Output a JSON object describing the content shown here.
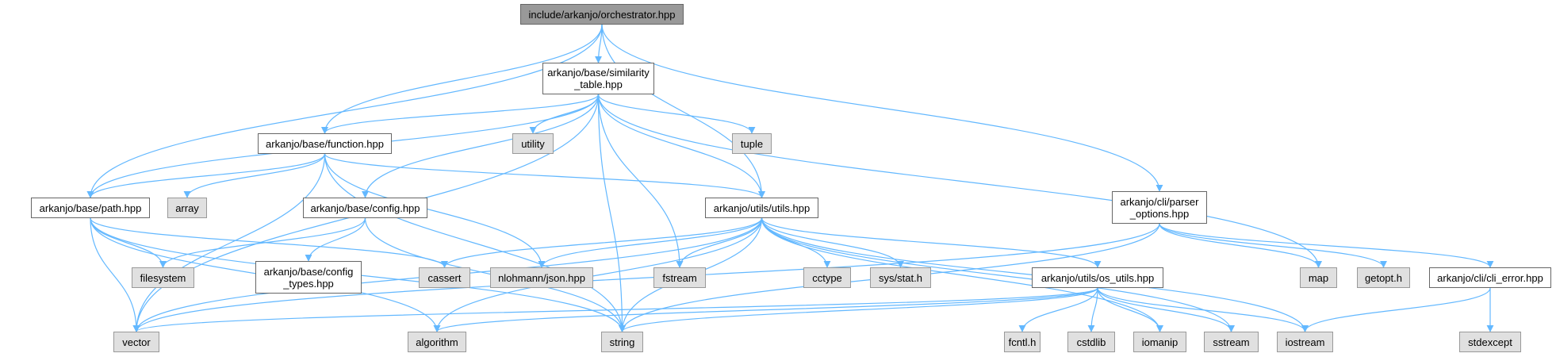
{
  "colors": {
    "edge": "#63b8ff",
    "root_fill": "#999999",
    "project_fill": "#ffffff",
    "system_fill": "#e0e0e0"
  },
  "nodes": {
    "root": {
      "label": "include/arkanjo/orchestrator.hpp",
      "kind": "root"
    },
    "sim": {
      "label": "arkanjo/base/similarity\n_table.hpp",
      "kind": "proj"
    },
    "function": {
      "label": "arkanjo/base/function.hpp",
      "kind": "proj"
    },
    "utility": {
      "label": "utility",
      "kind": "sys"
    },
    "tuple": {
      "label": "tuple",
      "kind": "sys"
    },
    "path": {
      "label": "arkanjo/base/path.hpp",
      "kind": "proj"
    },
    "array": {
      "label": "array",
      "kind": "sys"
    },
    "config": {
      "label": "arkanjo/base/config.hpp",
      "kind": "proj"
    },
    "utils": {
      "label": "arkanjo/utils/utils.hpp",
      "kind": "proj"
    },
    "parser": {
      "label": "arkanjo/cli/parser\n_options.hpp",
      "kind": "proj"
    },
    "filesystem": {
      "label": "filesystem",
      "kind": "sys"
    },
    "config_types": {
      "label": "arkanjo/base/config\n_types.hpp",
      "kind": "proj"
    },
    "cassert": {
      "label": "cassert",
      "kind": "sys"
    },
    "nlohmann": {
      "label": "nlohmann/json.hpp",
      "kind": "sys"
    },
    "fstream": {
      "label": "fstream",
      "kind": "sys"
    },
    "cctype": {
      "label": "cctype",
      "kind": "sys"
    },
    "sysstat": {
      "label": "sys/stat.h",
      "kind": "sys"
    },
    "os_utils": {
      "label": "arkanjo/utils/os_utils.hpp",
      "kind": "proj"
    },
    "map": {
      "label": "map",
      "kind": "sys"
    },
    "getopt": {
      "label": "getopt.h",
      "kind": "sys"
    },
    "cli_error": {
      "label": "arkanjo/cli/cli_error.hpp",
      "kind": "proj"
    },
    "vector": {
      "label": "vector",
      "kind": "sys"
    },
    "algorithm": {
      "label": "algorithm",
      "kind": "sys"
    },
    "string": {
      "label": "string",
      "kind": "sys"
    },
    "fcntl": {
      "label": "fcntl.h",
      "kind": "sys"
    },
    "cstdlib": {
      "label": "cstdlib",
      "kind": "sys"
    },
    "iomanip": {
      "label": "iomanip",
      "kind": "sys"
    },
    "sstream": {
      "label": "sstream",
      "kind": "sys"
    },
    "iostream": {
      "label": "iostream",
      "kind": "sys"
    },
    "stdexcept": {
      "label": "stdexcept",
      "kind": "sys"
    }
  },
  "edges": [
    [
      "root",
      "path"
    ],
    [
      "root",
      "function"
    ],
    [
      "root",
      "sim"
    ],
    [
      "root",
      "utils"
    ],
    [
      "root",
      "parser"
    ],
    [
      "sim",
      "vector"
    ],
    [
      "sim",
      "path"
    ],
    [
      "sim",
      "function"
    ],
    [
      "sim",
      "utility"
    ],
    [
      "sim",
      "tuple"
    ],
    [
      "sim",
      "config"
    ],
    [
      "sim",
      "string"
    ],
    [
      "sim",
      "fstream"
    ],
    [
      "sim",
      "utils"
    ],
    [
      "sim",
      "map"
    ],
    [
      "function",
      "vector"
    ],
    [
      "function",
      "path"
    ],
    [
      "function",
      "array"
    ],
    [
      "function",
      "string"
    ],
    [
      "function",
      "nlohmann"
    ],
    [
      "function",
      "utils"
    ],
    [
      "path",
      "filesystem"
    ],
    [
      "path",
      "cassert"
    ],
    [
      "path",
      "vector"
    ],
    [
      "path",
      "algorithm"
    ],
    [
      "path",
      "string"
    ],
    [
      "config",
      "filesystem"
    ],
    [
      "config",
      "config_types"
    ],
    [
      "config",
      "string"
    ],
    [
      "utils",
      "cassert"
    ],
    [
      "utils",
      "nlohmann"
    ],
    [
      "utils",
      "fstream"
    ],
    [
      "utils",
      "cctype"
    ],
    [
      "utils",
      "sysstat"
    ],
    [
      "utils",
      "os_utils"
    ],
    [
      "utils",
      "vector"
    ],
    [
      "utils",
      "algorithm"
    ],
    [
      "utils",
      "string"
    ],
    [
      "utils",
      "iomanip"
    ],
    [
      "utils",
      "sstream"
    ],
    [
      "utils",
      "iostream"
    ],
    [
      "parser",
      "vector"
    ],
    [
      "parser",
      "string"
    ],
    [
      "parser",
      "map"
    ],
    [
      "parser",
      "getopt"
    ],
    [
      "parser",
      "cli_error"
    ],
    [
      "os_utils",
      "vector"
    ],
    [
      "os_utils",
      "algorithm"
    ],
    [
      "os_utils",
      "string"
    ],
    [
      "os_utils",
      "fcntl"
    ],
    [
      "os_utils",
      "cstdlib"
    ],
    [
      "os_utils",
      "iomanip"
    ],
    [
      "os_utils",
      "sstream"
    ],
    [
      "os_utils",
      "iostream"
    ],
    [
      "cli_error",
      "iostream"
    ],
    [
      "cli_error",
      "stdexcept"
    ]
  ]
}
